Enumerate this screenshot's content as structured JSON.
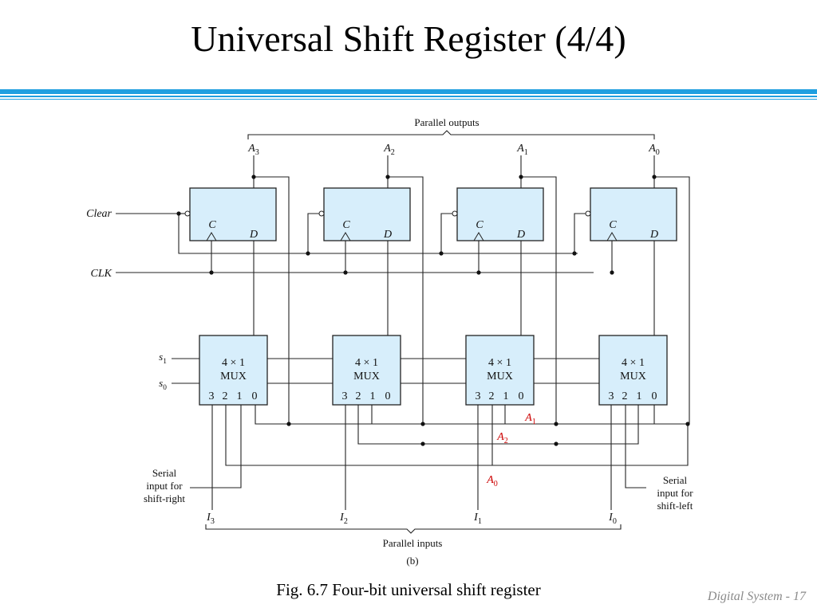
{
  "slide": {
    "title": "Universal Shift Register (4/4)",
    "caption": "Fig. 6.7  Four-bit universal shift register",
    "footer": "Digital System - 17",
    "divider_color": "#1f9fe0"
  },
  "diagram": {
    "parallel_outputs_label": "Parallel outputs",
    "parallel_inputs_label": "Parallel inputs",
    "sublabel": "(b)",
    "clear_label": "Clear",
    "clk_label": "CLK",
    "select_labels": {
      "s1": {
        "base": "s",
        "sub": "1"
      },
      "s0": {
        "base": "s",
        "sub": "0"
      }
    },
    "outputs": [
      {
        "base": "A",
        "sub": "3"
      },
      {
        "base": "A",
        "sub": "2"
      },
      {
        "base": "A",
        "sub": "1"
      },
      {
        "base": "A",
        "sub": "0"
      }
    ],
    "inputs": [
      {
        "base": "I",
        "sub": "3"
      },
      {
        "base": "I",
        "sub": "2"
      },
      {
        "base": "I",
        "sub": "1"
      },
      {
        "base": "I",
        "sub": "0"
      }
    ],
    "flip_flop": {
      "clock_pin": "C",
      "data_pin": "D"
    },
    "mux": {
      "line1": "4 × 1",
      "line2": "MUX",
      "pins": [
        "3",
        "2",
        "1",
        "0"
      ]
    },
    "serial_right": [
      "Serial",
      "input for",
      "shift-right"
    ],
    "serial_left": [
      "Serial",
      "input for",
      "shift-left"
    ],
    "annotations": [
      {
        "base": "A",
        "sub": "1"
      },
      {
        "base": "A",
        "sub": "2"
      },
      {
        "base": "A",
        "sub": "0"
      }
    ],
    "colors": {
      "box_fill": "#d7eefb",
      "wire": "#222222",
      "annotation": "#cc0000"
    }
  }
}
